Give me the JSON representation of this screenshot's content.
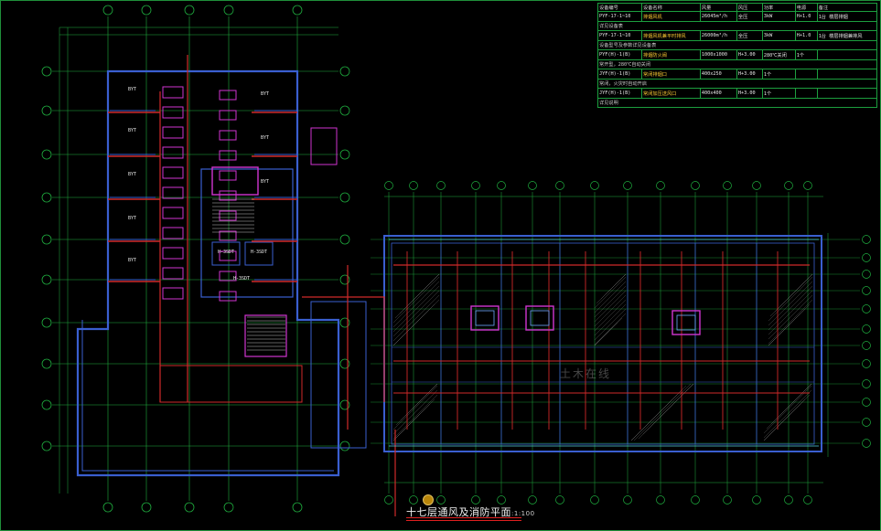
{
  "drawing": {
    "title": "十七层通风及消防平面",
    "scale": "1:100",
    "watermark": "土木在线"
  },
  "legend": {
    "header": [
      "设备编号",
      "设备名称",
      "风量",
      "风压",
      "功率",
      "电源",
      "备注"
    ],
    "rows": [
      {
        "cols": [
          "PYF-17-1~10",
          "排烟风机",
          "26045m³/h",
          "全压",
          "3kW",
          "H+1.0",
          "1台",
          "楼层排烟"
        ],
        "sub": "详见设备表"
      },
      {
        "cols": [
          "PYF-17-1~10",
          "排烟风机兼平时排风",
          "26000m³/h",
          "全压",
          "3kW",
          "H+1.0",
          "1台",
          "楼层排烟兼排风"
        ],
        "sub": "设备型号及参数详见设备表"
      },
      {
        "cols": [
          "PYF(H)-1(B)",
          "排烟防火阀",
          "1000x1000",
          "H+3.00",
          "280℃关闭",
          "1个"
        ],
        "sub": "常开型，280℃自动关闭"
      },
      {
        "cols": [
          "JYF(H)-1(B)",
          "常闭排烟口",
          "400x250",
          "H+3.00",
          "1个"
        ],
        "sub": "常闭，火灾时自动开启"
      },
      {
        "cols": [
          "JYF(H)-1(B)",
          "常闭加压送风口",
          "400x400",
          "H+3.00",
          "1个"
        ],
        "sub": "详见说明"
      }
    ]
  },
  "room_tags": [
    "H-3SDT",
    "H-3SDT",
    "H-3SDT",
    "BYT",
    "BYT",
    "BYT",
    "BYT",
    "BYT",
    "BYT",
    "BYT",
    "BYT"
  ],
  "colors": {
    "background": "#000000",
    "wall": "#3a5fd0",
    "duct": "#d02a2a",
    "axis": "#1fae3f",
    "equipment": "#d035d0",
    "hatch": "#8a8a8a",
    "text": "#e6e6e6"
  }
}
